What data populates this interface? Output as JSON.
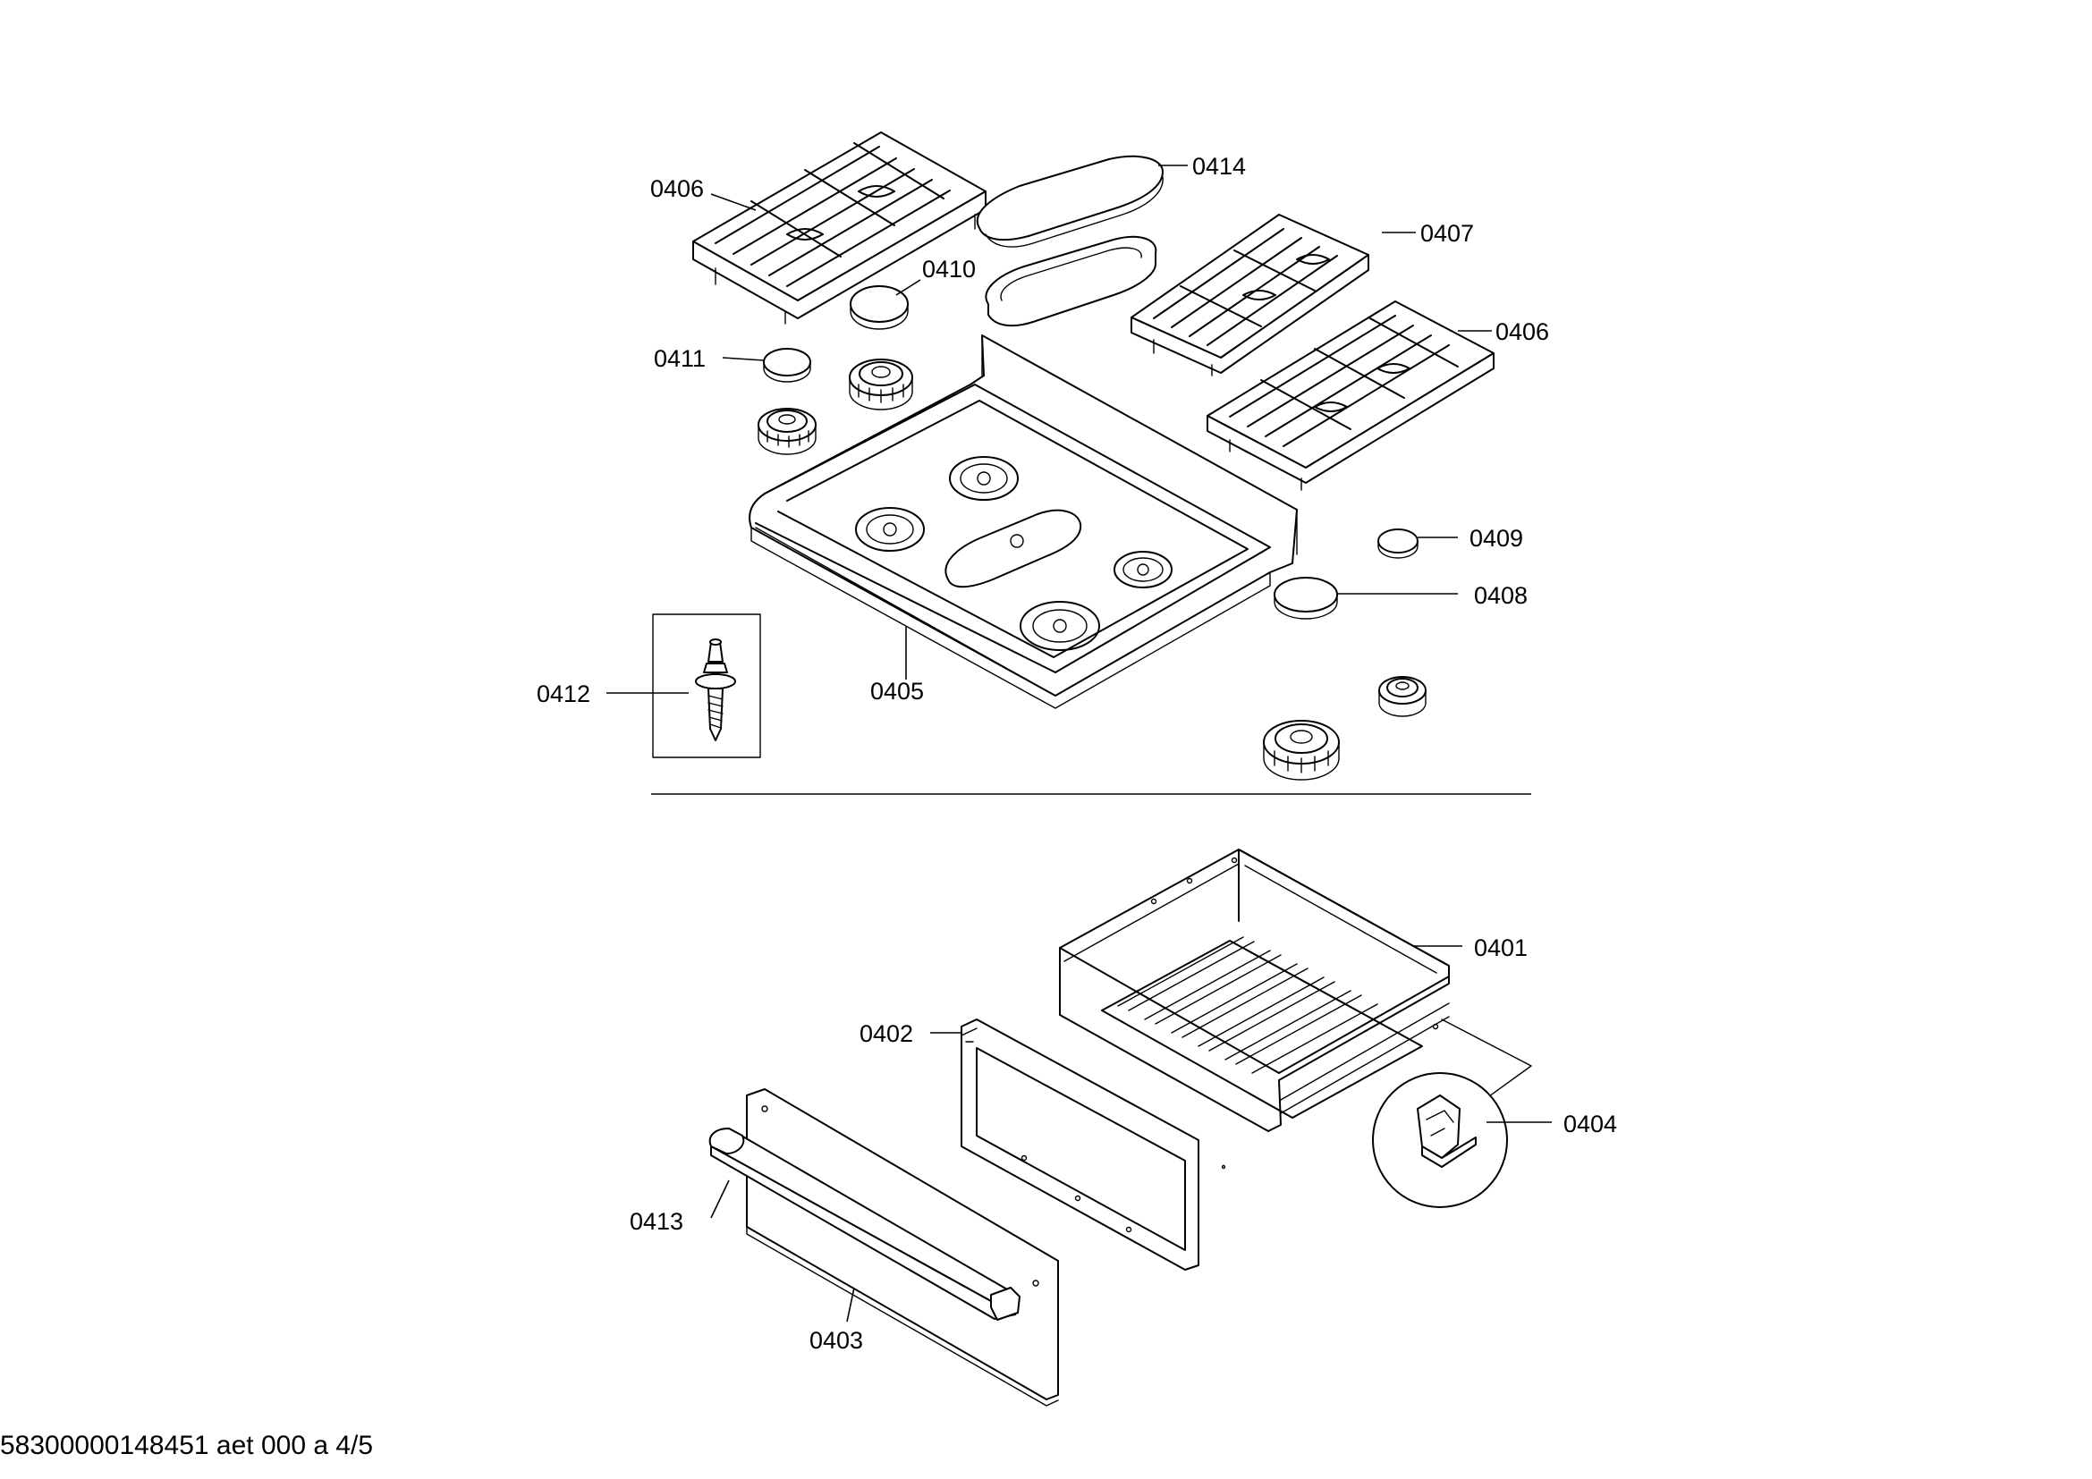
{
  "labels": {
    "l0406a": "0406",
    "l0414": "0414",
    "l0407": "0407",
    "l0410": "0410",
    "l0406b": "0406",
    "l0411": "0411",
    "l0409": "0409",
    "l0408": "0408",
    "l0412": "0412",
    "l0405": "0405",
    "l0401": "0401",
    "l0402": "0402",
    "l0404": "0404",
    "l0413": "0413",
    "l0403": "0403"
  },
  "footer": {
    "text": "58300000148451 aet 000 a 4/5"
  }
}
